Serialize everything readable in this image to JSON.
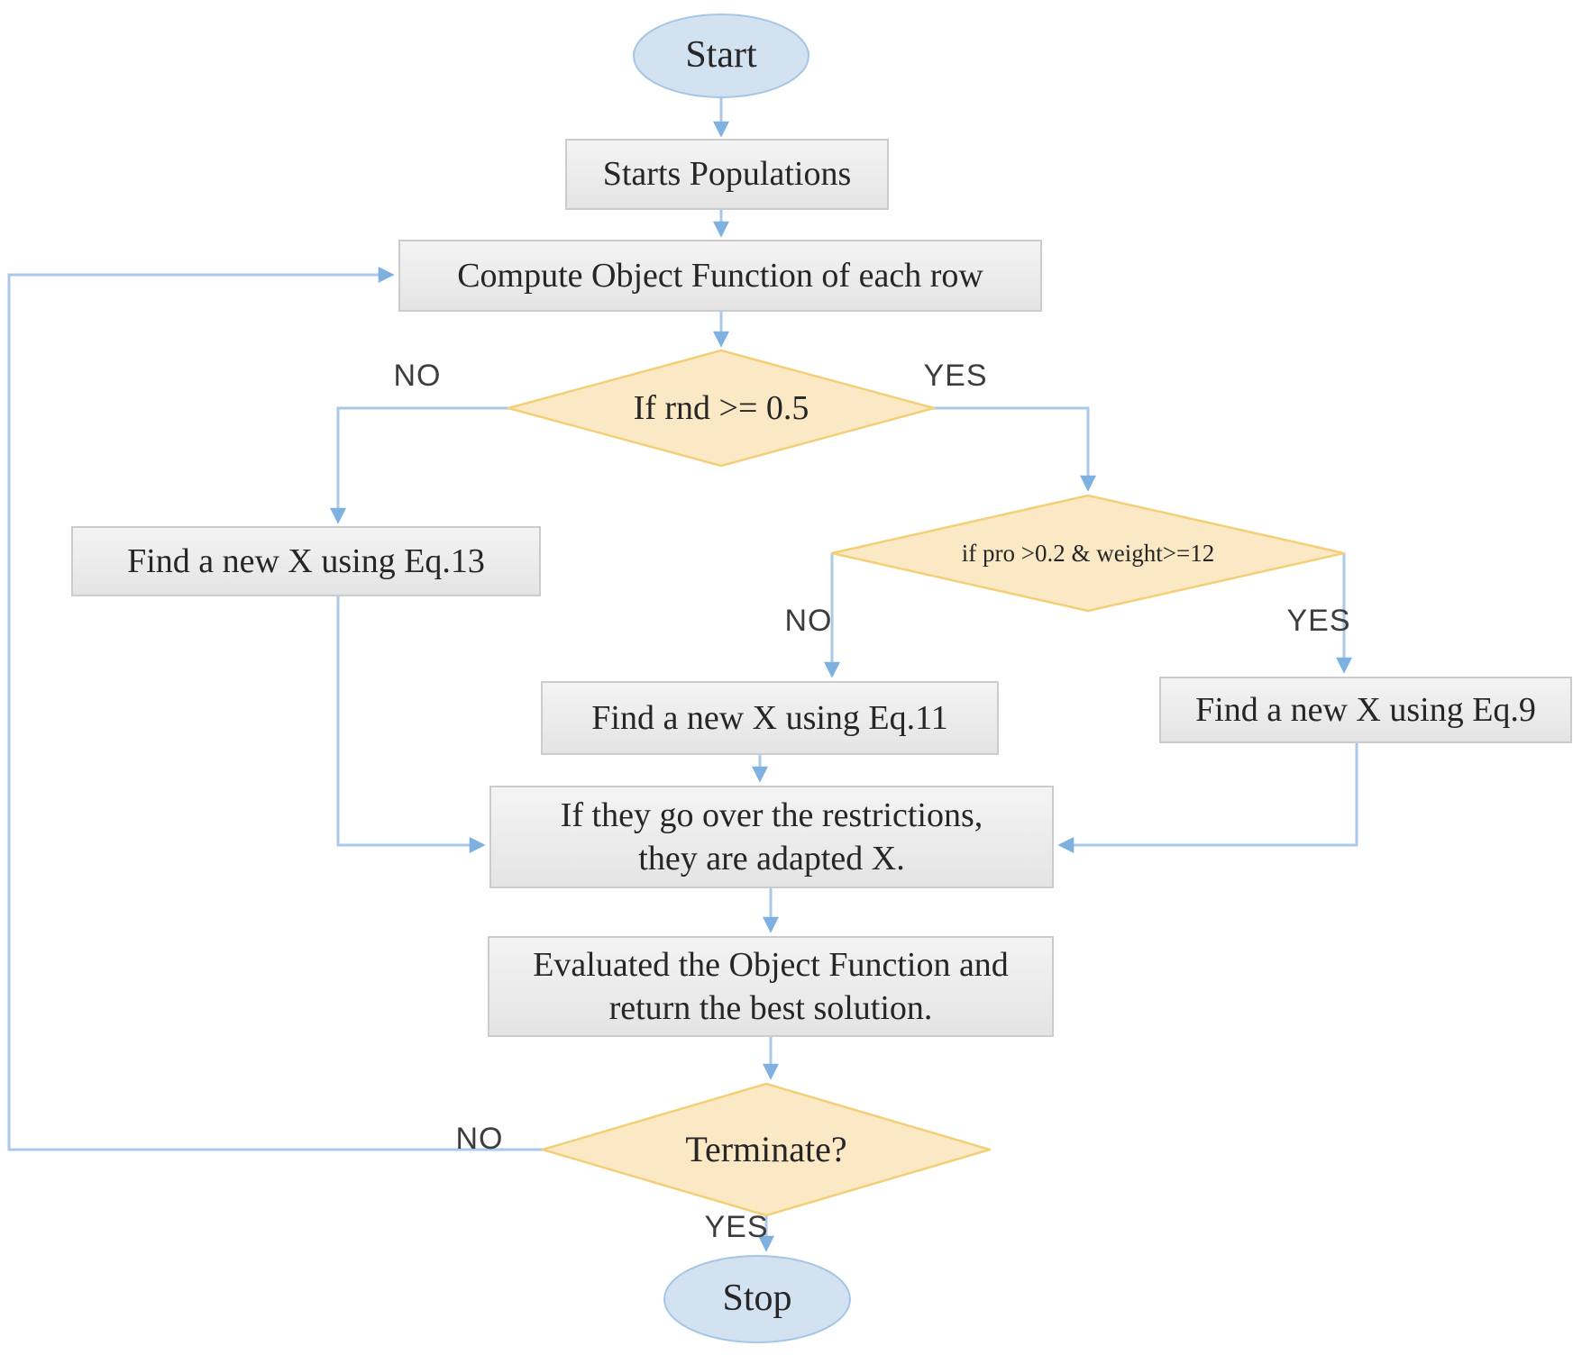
{
  "diagram_type": "flowchart",
  "colors": {
    "connector": "#aac9ea",
    "arrowhead": "#7fb1e0",
    "process_fill": "#ececec",
    "process_border": "#cccccc",
    "decision_fill": "#fbe9c6",
    "decision_border": "#f3d078",
    "terminator_fill": "#d2e2f1",
    "terminator_border": "#a5c6e4",
    "node_text": "#262626",
    "branch_label_text": "#3d3d3d",
    "background": "#ffffff"
  },
  "nodes": {
    "start": "Start",
    "init_population": "Starts Populations",
    "compute_objective": "Compute Object Function of each row",
    "rnd_decision": "If rnd >= 0.5",
    "eq13": "Find a new X using Eq.13",
    "pro_weight_decision": "if pro >0.2 & weight>=12",
    "eq11": "Find a new X using Eq.11",
    "eq9": "Find a new X using Eq.9",
    "adapt": "If they go over the restrictions,\nthey are adapted X.",
    "evaluate": "Evaluated the Object Function and\nreturn the best solution.",
    "terminate": "Terminate?",
    "stop": "Stop"
  },
  "branch_labels": {
    "rnd_no": "NO",
    "rnd_yes": "YES",
    "pro_no": "NO",
    "pro_yes": "YES",
    "terminate_no": "NO",
    "terminate_yes": "YES"
  },
  "edges": [
    {
      "from": "start",
      "to": "init_population",
      "label": ""
    },
    {
      "from": "init_population",
      "to": "compute_objective",
      "label": ""
    },
    {
      "from": "compute_objective",
      "to": "rnd_decision",
      "label": ""
    },
    {
      "from": "rnd_decision",
      "to": "eq13",
      "label": "NO"
    },
    {
      "from": "rnd_decision",
      "to": "pro_weight_decision",
      "label": "YES"
    },
    {
      "from": "pro_weight_decision",
      "to": "eq11",
      "label": "NO"
    },
    {
      "from": "pro_weight_decision",
      "to": "eq9",
      "label": "YES"
    },
    {
      "from": "eq13",
      "to": "adapt",
      "label": ""
    },
    {
      "from": "eq11",
      "to": "adapt",
      "label": ""
    },
    {
      "from": "eq9",
      "to": "adapt",
      "label": ""
    },
    {
      "from": "adapt",
      "to": "evaluate",
      "label": ""
    },
    {
      "from": "evaluate",
      "to": "terminate",
      "label": ""
    },
    {
      "from": "terminate",
      "to": "compute_objective",
      "label": "NO"
    },
    {
      "from": "terminate",
      "to": "stop",
      "label": "YES"
    }
  ]
}
